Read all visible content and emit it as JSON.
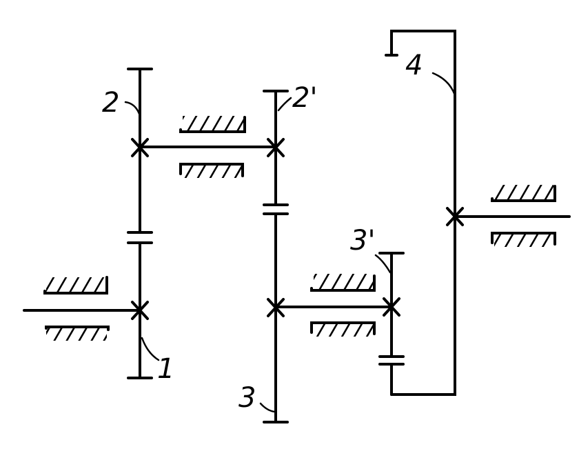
{
  "diagram": {
    "labels": {
      "gear_1": "1",
      "gear_2": "2",
      "gear_2_prime": "2'",
      "gear_3": "3",
      "gear_3_prime": "3'",
      "gear_4": "4"
    }
  }
}
